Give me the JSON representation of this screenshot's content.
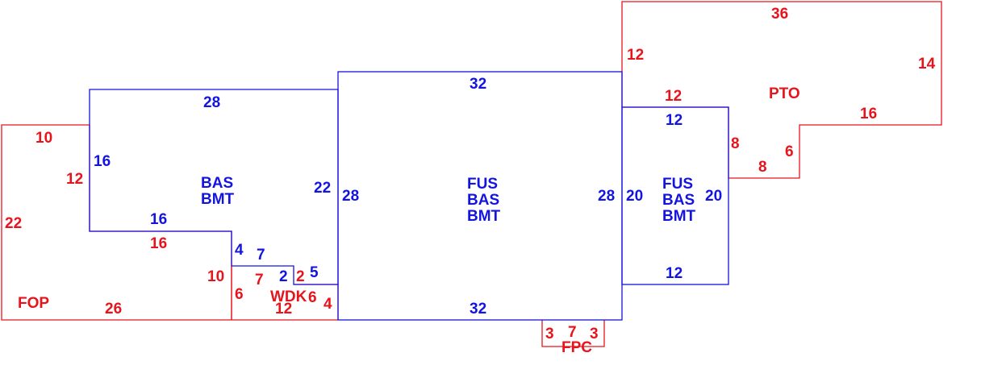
{
  "colors": {
    "red": "#e8141c",
    "blue": "#1414e0"
  },
  "areas": {
    "fop": "FOP",
    "bas": [
      "BAS",
      "BMT"
    ],
    "fus_main": [
      "FUS",
      "BAS",
      "BMT"
    ],
    "fus_right": [
      "FUS",
      "BAS",
      "BMT"
    ],
    "pto": "PTO",
    "wdk": "WDK",
    "fpc": "FPC"
  },
  "dims": {
    "fop_top": "10",
    "fop_left": "22",
    "fop_inner": "12",
    "fop_bottom": "26",
    "fop_step": "16",
    "bas_top": "28",
    "bas_left": "16",
    "bas_bottom": "16",
    "bas_right": "22",
    "bas_step1": "4",
    "bas_step2": "7",
    "bas_step3": "2",
    "bas_step4": "5",
    "wdk_left_outer": "10",
    "wdk_top": "7",
    "wdk_left": "6",
    "wdk_step": "2",
    "wdk_inner": "6",
    "wdk_right": "4",
    "wdk_bottom": "12",
    "fus_top": "32",
    "fus_left": "28",
    "fus_right": "28",
    "fus_bottom": "32",
    "right_top": "12",
    "right_left": "20",
    "right_right": "20",
    "right_bottom": "12",
    "pto_top": "36",
    "pto_left": "12",
    "pto_right": "14",
    "pto_bottom_left": "12",
    "pto_step1": "8",
    "pto_step2": "8",
    "pto_step3": "6",
    "pto_step4": "16",
    "fpc_left": "3",
    "fpc_top": "7",
    "fpc_right": "3"
  }
}
